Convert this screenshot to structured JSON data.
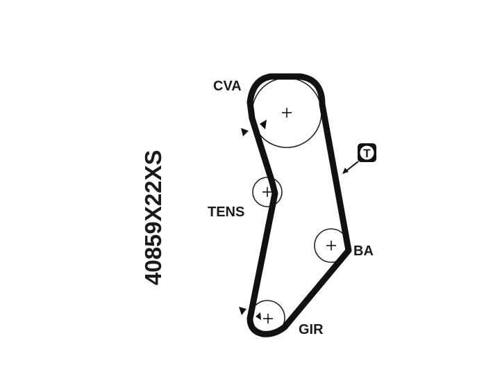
{
  "part_number": "40859X22XS",
  "labels": {
    "cva": "CVA",
    "tens": "TENS",
    "ba": "BA",
    "gir": "GIR"
  },
  "marker": {
    "letter": "T"
  },
  "colors": {
    "belt": "#111111",
    "background": "#ffffff"
  }
}
